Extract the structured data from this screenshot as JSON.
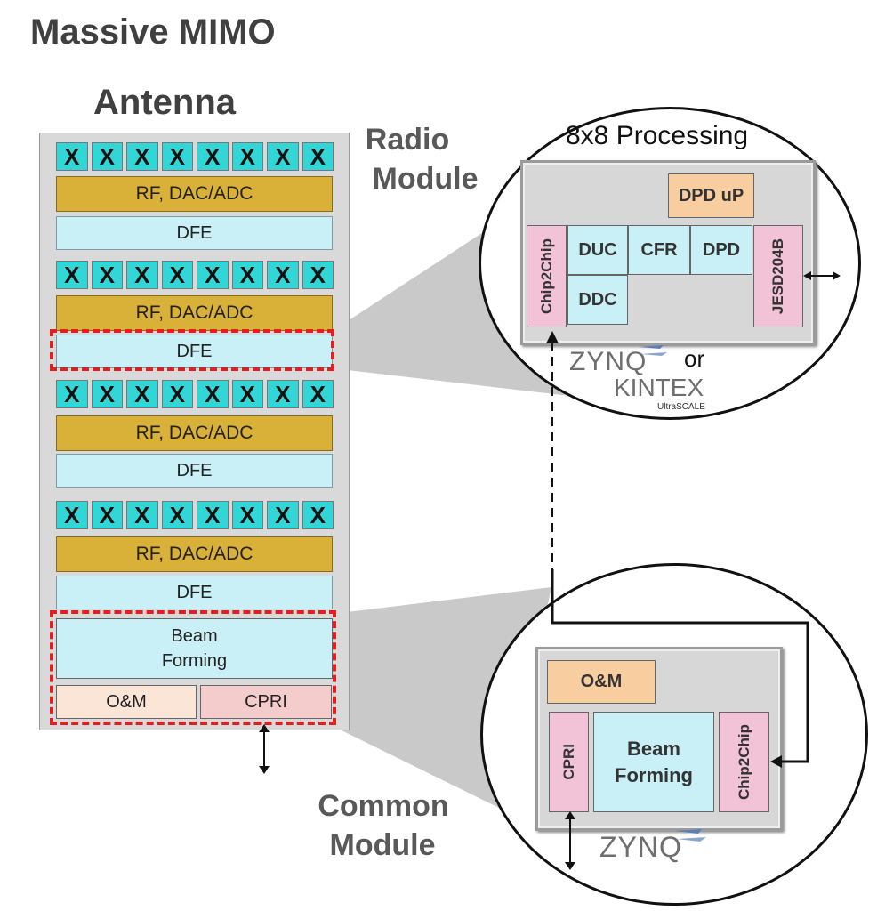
{
  "title_main": "Massive MIMO",
  "title_antenna": "Antenna",
  "x_label": "X",
  "x_rows": [
    [
      "X",
      "X",
      "X",
      "X",
      "X",
      "X",
      "X",
      "X"
    ],
    [
      "X",
      "X",
      "X",
      "X",
      "X",
      "X",
      "X",
      "X"
    ],
    [
      "X",
      "X",
      "X",
      "X",
      "X",
      "X",
      "X",
      "X"
    ],
    [
      "X",
      "X",
      "X",
      "X",
      "X",
      "X",
      "X",
      "X"
    ]
  ],
  "rf_label": "RF, DAC/ADC",
  "dfe_label": "DFE",
  "beam_forming_label_1": "Beam",
  "beam_forming_label_2": "Forming",
  "om_label": "O&M",
  "cpri_label": "CPRI",
  "radio_module_label_1": "Radio",
  "radio_module_label_2": "Module",
  "common_module_label_1": "Common",
  "common_module_label_2": "Module",
  "processing_title": "8x8 Processing",
  "dpd_up_label": "DPD uP",
  "chip2chip_label": "Chip2Chip",
  "duc_label": "DUC",
  "cfr_label": "CFR",
  "dpd_label": "DPD",
  "ddc_label": "DDC",
  "jesd_label": "JESD204B",
  "zynq_logo": "ZYNQ",
  "or_label": "or",
  "kintex_logo": "KINTEX",
  "ultrascale_label": "UltraSCALE",
  "colors": {
    "antenna_cell": "#33d6d6",
    "rf_block": "#d9b038",
    "dfe_block": "#c8f0f6",
    "om_block": "#fbe5d6",
    "cpri_block": "#f4cccc",
    "dpd_up_block": "#f8cda0",
    "pink_block": "#f2c2d6",
    "dashed_highlight": "#e02020",
    "cone_gray": "#c8c8c8"
  }
}
